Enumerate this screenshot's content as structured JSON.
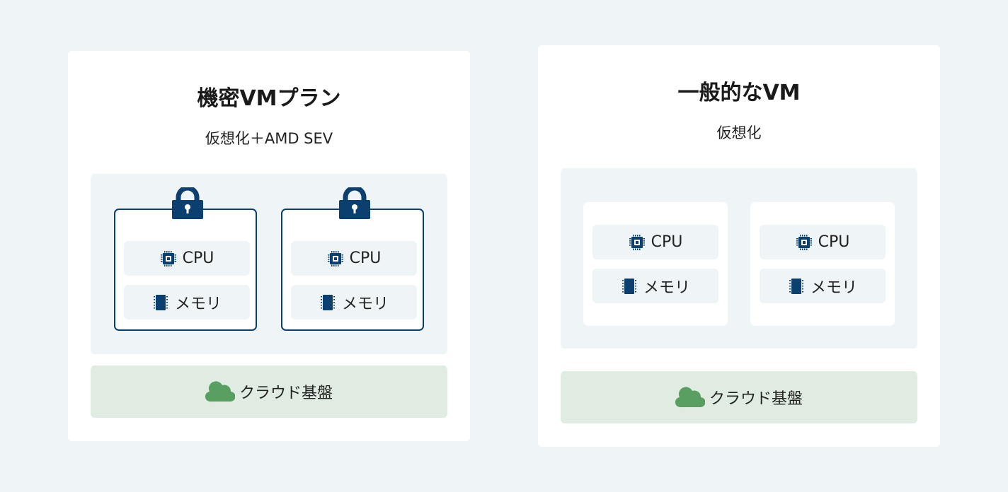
{
  "colors": {
    "navy": "#0b3f6f",
    "green": "#5a9f62",
    "cloud_bg": "#e0ece1",
    "bg": "#eff4f7"
  },
  "left": {
    "title": "機密VMプラン",
    "subtitle": "仮想化＋AMD SEV",
    "vms": [
      {
        "cpu": "CPU",
        "memory": "メモリ"
      },
      {
        "cpu": "CPU",
        "memory": "メモリ"
      }
    ],
    "platform": "クラウド基盤"
  },
  "right": {
    "title": "一般的なVM",
    "subtitle": "仮想化",
    "vms": [
      {
        "cpu": "CPU",
        "memory": "メモリ"
      },
      {
        "cpu": "CPU",
        "memory": "メモリ"
      }
    ],
    "platform": "クラウド基盤"
  }
}
